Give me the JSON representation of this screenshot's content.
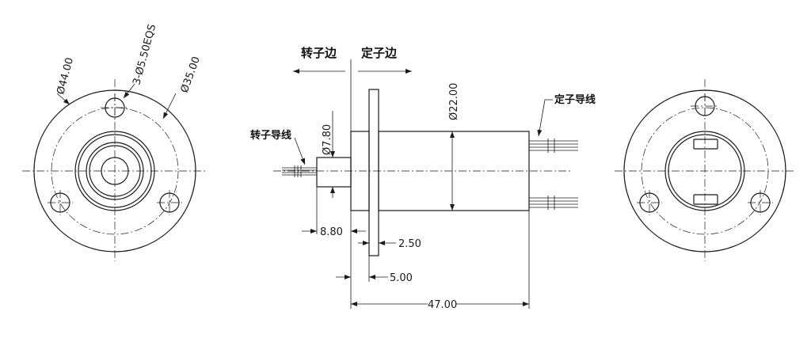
{
  "labels": {
    "rotor_side": "转子边",
    "stator_side": "定子边",
    "rotor_wire": "转子导线",
    "stator_wire": "定子导线"
  },
  "dimensions": {
    "outer_dia": "Ø44.00",
    "holes": "3-Ø5.50EQS",
    "pcd": "Ø35.00",
    "rotor_dia": "Ø7.80",
    "body_dia": "Ø22.00",
    "rotor_len": "8.80",
    "flange_thk": "2.50",
    "flange_pos": "5.00",
    "total_len": "47.00"
  }
}
